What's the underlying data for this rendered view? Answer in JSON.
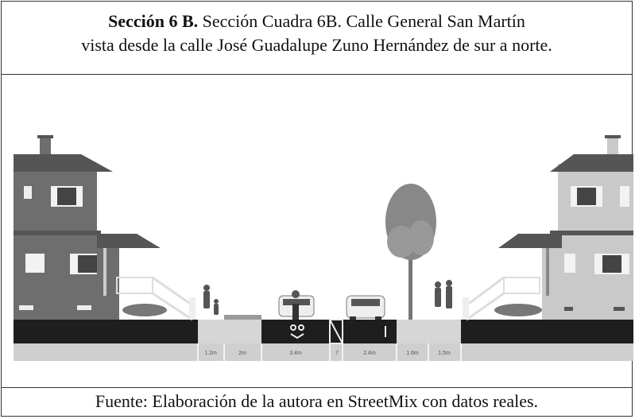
{
  "caption": {
    "title_bold": "Sección 6 B.",
    "title_rest": " Sección Cuadra 6B. Calle General San Martín",
    "line2": "vista desde la calle José Guadalupe Zuno Hernández de sur a norte."
  },
  "segments": [
    "1.2m",
    "2m",
    "3.4m",
    ".7",
    "2.4m",
    "1.6m",
    "1.5m"
  ],
  "source": "Fuente: Elaboración de la autora en StreetMix con datos reales.",
  "colors": {
    "house_left": "#6e6e6e",
    "house_right": "#c9c9c9",
    "roof": "#555555",
    "asphalt": "#1e1e1e",
    "sidewalk": "#d6d6d6",
    "ground": "#c8c8c8"
  }
}
